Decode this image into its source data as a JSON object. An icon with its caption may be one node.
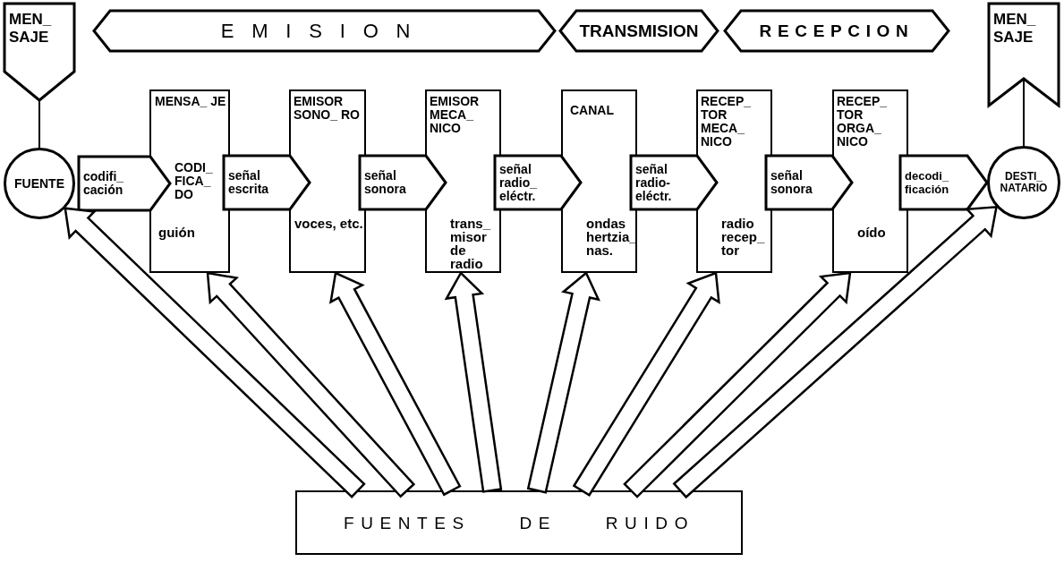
{
  "diagram": {
    "nodes": [
      {
        "text": [
          "EMISION"
        ]
      },
      {
        "text": [
          "TRANSMISION"
        ]
      },
      {
        "text": [
          "RECEPCION"
        ]
      },
      {
        "text": [
          "MEN_ SAJE"
        ]
      },
      {
        "text": [
          "MEN_ SAJE"
        ]
      },
      {
        "text": [
          "FUENTE"
        ]
      },
      {
        "text": [
          "MENSA_ JE",
          "CODI_ FICA_ DO",
          "guión"
        ]
      },
      {
        "text": [
          "EMISOR SONO_ RO",
          "voces, etc."
        ]
      },
      {
        "text": [
          "EMISOR MECA_ NICO",
          "trans_ misor de radio"
        ]
      },
      {
        "text": [
          "CANAL",
          "ondas hertzia_ nas."
        ]
      },
      {
        "text": [
          "RECEP_ TOR MECA_ NICO",
          "radio recep_ tor"
        ]
      },
      {
        "text": [
          "RECEP_ TOR ORGA_ NICO",
          "oído"
        ]
      },
      {
        "text": [
          "DESTI_ NATARIO"
        ]
      },
      {
        "text": [
          "FUENTES DE RUIDO"
        ]
      }
    ],
    "edges": [
      {
        "from": 3,
        "to": 5,
        "arrow": "none"
      },
      {
        "from": 4,
        "to": 12,
        "arrow": "none"
      },
      {
        "from": 5,
        "to": 6,
        "arrow": "to",
        "style": "thick",
        "label": "codifi_ cación"
      },
      {
        "from": 6,
        "to": 7,
        "arrow": "to",
        "style": "thick",
        "label": "señal escrita"
      },
      {
        "from": 7,
        "to": 8,
        "arrow": "to",
        "style": "thick",
        "label": "señal sonora"
      },
      {
        "from": 8,
        "to": 9,
        "arrow": "to",
        "style": "thick",
        "label": "señal radio_ eléctr."
      },
      {
        "from": 9,
        "to": 10,
        "arrow": "to",
        "style": "thick",
        "label": "señal radio- eléctr."
      },
      {
        "from": 10,
        "to": 11,
        "arrow": "to",
        "style": "thick",
        "label": "señal sonora"
      },
      {
        "from": 11,
        "to": 12,
        "arrow": "to",
        "style": "thick",
        "label": "decodi_ ficación"
      },
      {
        "from": 13,
        "to": 5,
        "arrow": "to",
        "style": "thick"
      },
      {
        "from": 13,
        "to": 6,
        "arrow": "to",
        "style": "thick"
      },
      {
        "from": 13,
        "to": 7,
        "arrow": "to",
        "style": "thick"
      },
      {
        "from": 13,
        "to": 8,
        "arrow": "to",
        "style": "thick"
      },
      {
        "from": 13,
        "to": 9,
        "arrow": "to",
        "style": "thick"
      },
      {
        "from": 13,
        "to": 10,
        "arrow": "to",
        "style": "thick"
      },
      {
        "from": 13,
        "to": 11,
        "arrow": "to",
        "style": "thick"
      },
      {
        "from": 13,
        "to": 12,
        "arrow": "to",
        "style": "thick"
      }
    ]
  }
}
